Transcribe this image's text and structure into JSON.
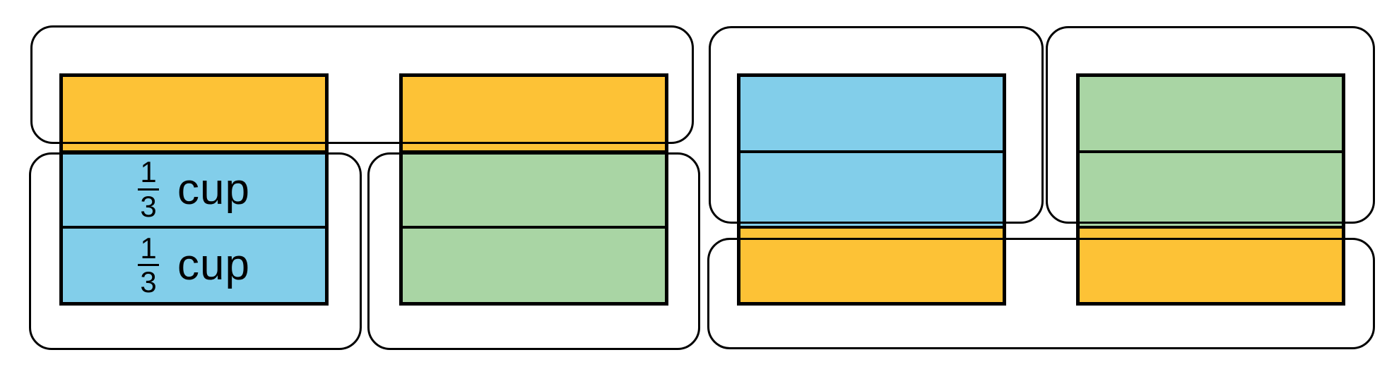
{
  "colors": {
    "orange": "#FDC236",
    "blue": "#82CEEA",
    "green": "#A9D5A4",
    "line": "#000000",
    "background": "#FFFFFF"
  },
  "bars": [
    {
      "name": "cup-1",
      "sections": [
        {
          "color": "orange"
        },
        {
          "color": "blue",
          "label": {
            "numerator": "1",
            "denominator": "3",
            "unit": "cup"
          }
        },
        {
          "color": "blue",
          "label": {
            "numerator": "1",
            "denominator": "3",
            "unit": "cup"
          }
        }
      ]
    },
    {
      "name": "cup-2",
      "sections": [
        {
          "color": "orange"
        },
        {
          "color": "green"
        },
        {
          "color": "green"
        }
      ]
    },
    {
      "name": "cup-3",
      "sections": [
        {
          "color": "blue"
        },
        {
          "color": "blue"
        },
        {
          "color": "orange"
        }
      ]
    },
    {
      "name": "cup-4",
      "sections": [
        {
          "color": "green"
        },
        {
          "color": "green"
        },
        {
          "color": "orange"
        }
      ]
    }
  ],
  "groups": [
    {
      "id": "group-top-left",
      "contains": "top third of cup-1 and top third of cup-2"
    },
    {
      "id": "group-cup1-bottom",
      "contains": "middle and bottom thirds of cup-1"
    },
    {
      "id": "group-cup2-bottom",
      "contains": "middle and bottom thirds of cup-2"
    },
    {
      "id": "group-cup3-top",
      "contains": "top and middle thirds of cup-3"
    },
    {
      "id": "group-cup4-top",
      "contains": "top and middle thirds of cup-4"
    },
    {
      "id": "group-bottom-right",
      "contains": "bottom third of cup-3 and bottom third of cup-4"
    }
  ]
}
